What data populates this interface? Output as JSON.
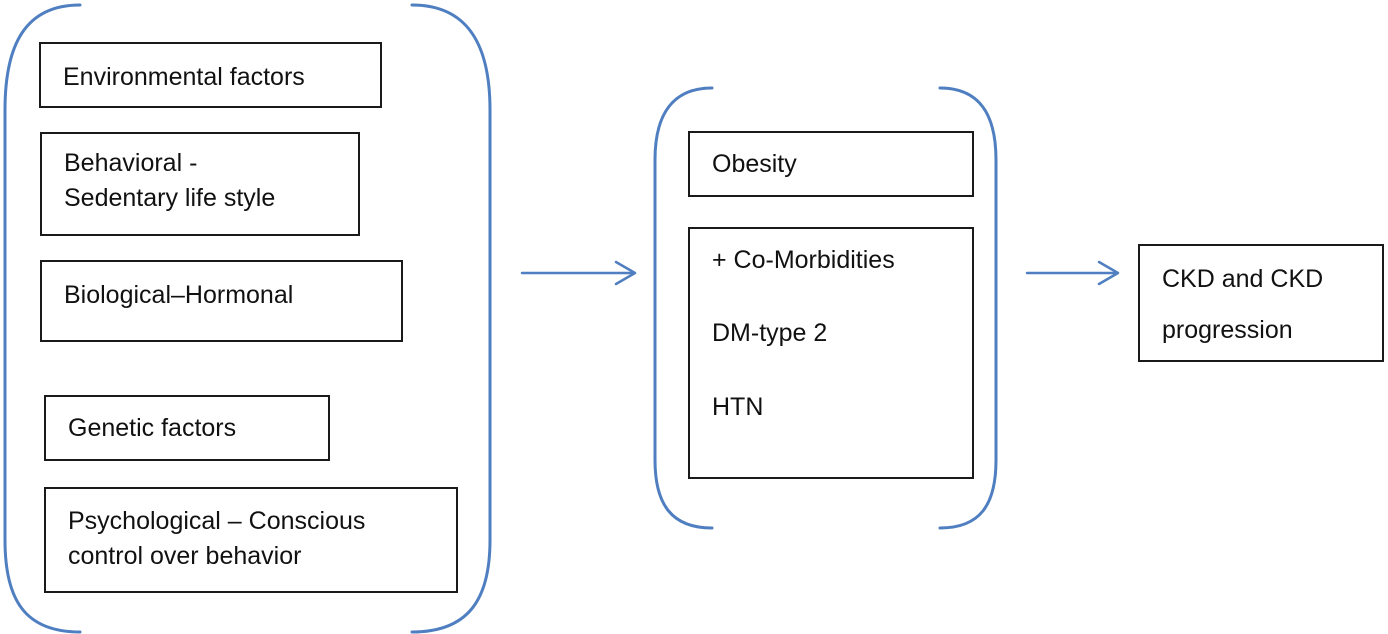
{
  "colors": {
    "bracket": "#4f7fc0",
    "arrow": "#4f7fc0",
    "box_border": "#1a1a1a",
    "text": "#111111"
  },
  "factors": {
    "environmental": "Environmental factors",
    "behavioral": [
      "Behavioral  -",
      "Sedentary life style"
    ],
    "biological": "Biological–Hormonal",
    "genetic": "Genetic factors",
    "psychological": [
      "Psychological – Conscious",
      "control over behavior"
    ]
  },
  "middle": {
    "obesity": "Obesity",
    "comorbidities": [
      "+ Co-Morbidities",
      "DM-type 2",
      "HTN"
    ]
  },
  "outcome": [
    "CKD and CKD",
    "progression"
  ]
}
